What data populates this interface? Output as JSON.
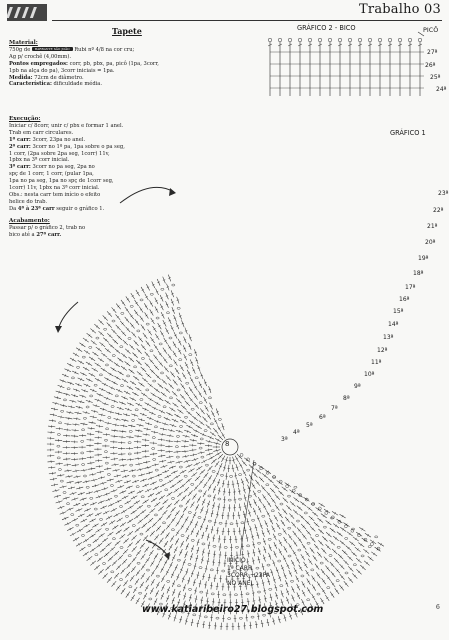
{
  "header": {
    "section": "Trabalho 03",
    "title": "Tapete"
  },
  "material": {
    "heading": "Material:",
    "yarn_before": "750g de",
    "brand": "BARBANTE SÃO JOÃO",
    "yarn_after": "Rubi nº 4/8 na cor cru;",
    "hook": "Ag p/ crochê (4,00mm)."
  },
  "pontos": {
    "label": "Pontos empregados:",
    "text": "corr, pb, pbx, pa, picô (1pa, 3corr,",
    "cont": "1pb na alça do pa), 3corr iniciais = 1pa."
  },
  "medida": {
    "label": "Medida:",
    "text": "72cm de diâmetro."
  },
  "caracteristica": {
    "label": "Característica:",
    "text": "dificuldade média."
  },
  "execucao": {
    "heading": "Execução:",
    "lines": [
      "Iniciar c/ 8corr, unir c/ pbx e formar 1 anel.",
      "Trab em carr circulares."
    ],
    "carr1_label": "1ª carr:",
    "carr1_text": "3corr, 23pa no anel.",
    "carr2_label": "2ª carr:",
    "carr2_text": "3corr no 1º pa, 1pa sobre o pa seg,",
    "carr2_lines": [
      "1 corr, (2pa sobre 2pa seg, 1corr) 11v,",
      "1pbx na 3ª corr inicial."
    ],
    "carr3_label": "3ª carr:",
    "carr3_text": "3corr no pa seg, 2pa no",
    "carr3_lines": [
      "spç de 1 corr, 1 corr, (pular 1pa,",
      "1pa no pa seg, 1pa no spç de 1corr seg,",
      "1corr) 11v, 1pbx na 3ª corr inicial.",
      "Obs.: nesta carr tem início o efeito",
      "helice do trab."
    ],
    "final_prefix": "Da",
    "final_label": "4ª à 23ª carr",
    "final_text": "seguir o gráfico 1."
  },
  "acabamento": {
    "heading": "Acabamento:",
    "line1": "Passar p/ o gráfico 2, trab no",
    "line2_prefix": "bico até a",
    "line2_label": "27ª carr."
  },
  "grafico2": {
    "title": "GRÁFICO 2 - BICO",
    "pico": "PICÔ",
    "rows": [
      "27ª",
      "26ª",
      "25ª",
      "24ª"
    ]
  },
  "grafico1": {
    "title": "GRÁFICO 1",
    "center": "8",
    "rows": [
      "23ª",
      "22ª",
      "21ª",
      "20ª",
      "19ª",
      "18ª",
      "17ª",
      "16ª",
      "15ª",
      "14ª",
      "13ª",
      "12ª",
      "11ª",
      "10ª",
      "9ª",
      "8ª",
      "7ª",
      "6ª",
      "5ª",
      "4ª",
      "3ª"
    ]
  },
  "inicio": {
    "l1": "INÍCIO",
    "l2": "1ª CARR",
    "l3": "3CORR +23PA",
    "l4": "NO ANEL"
  },
  "footer": {
    "url": "www.katiaribeiro27.blogspot.com",
    "page": "6"
  }
}
